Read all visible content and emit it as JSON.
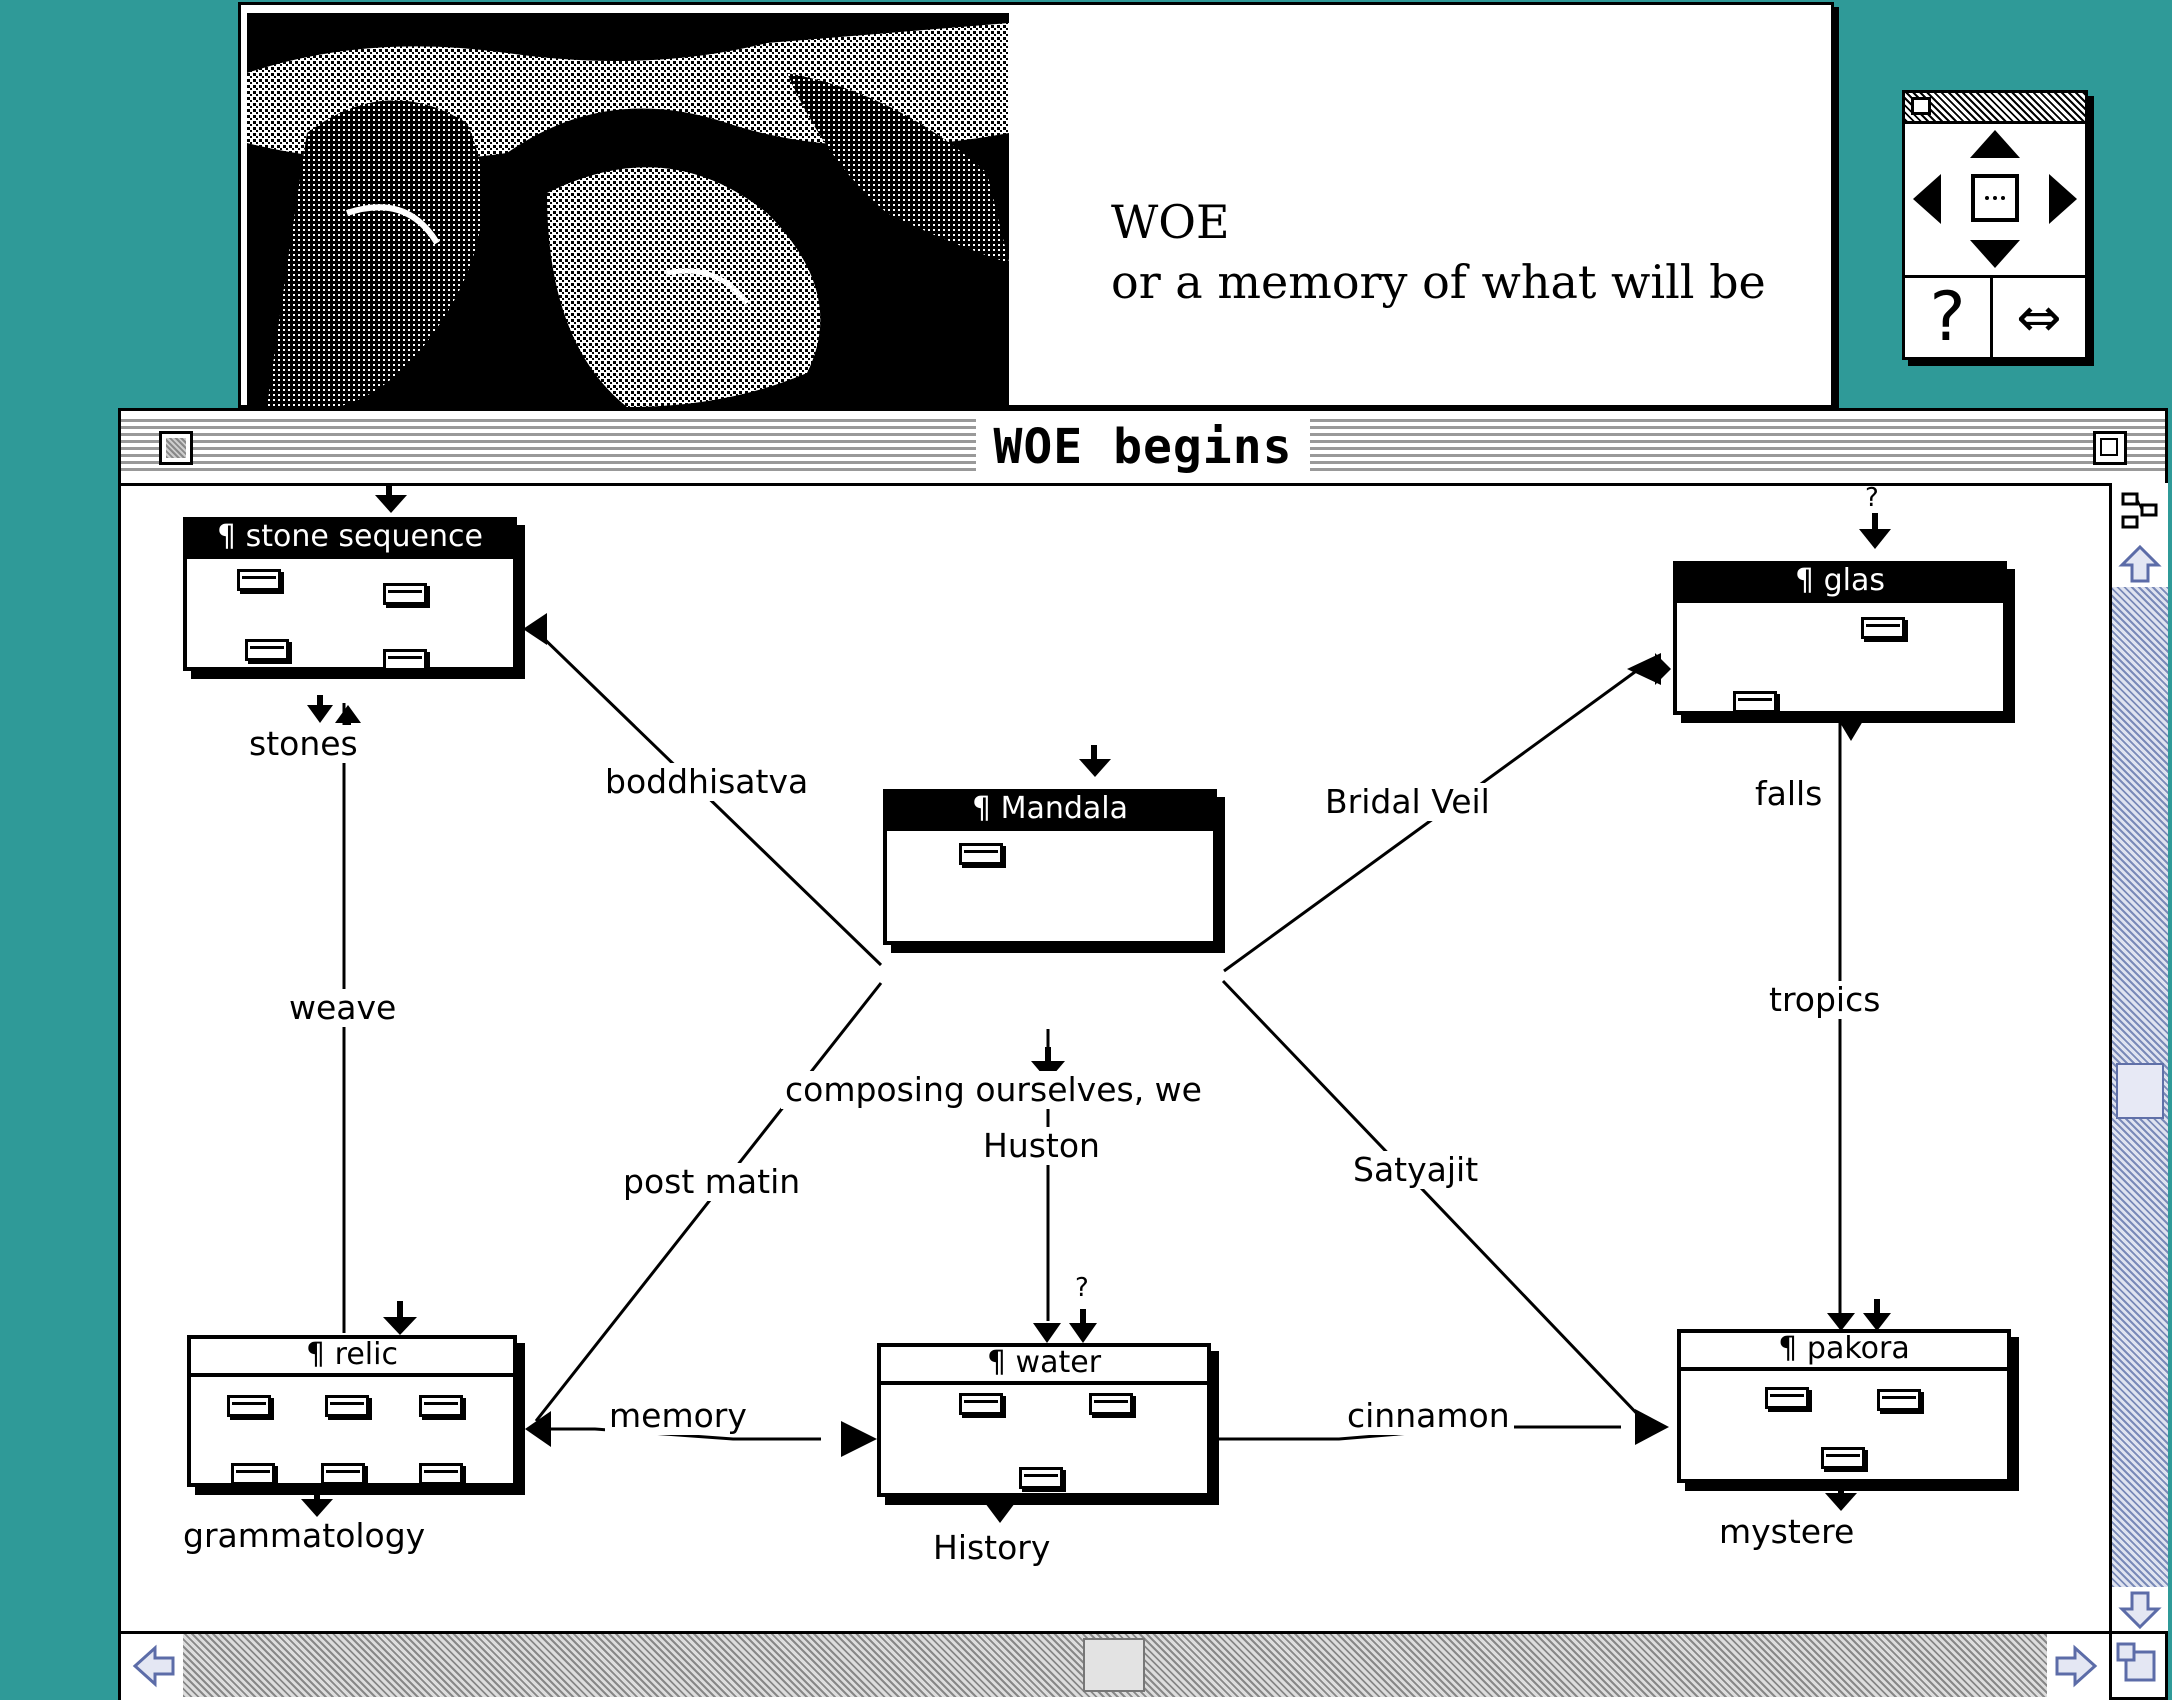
{
  "card": {
    "title": "WOE",
    "subtitle": "or a memory of what will be"
  },
  "palette": {
    "help_label": "?",
    "resize_label": "⇔"
  },
  "window": {
    "title": "WOE begins"
  },
  "map": {
    "nodes": {
      "stone_sequence": "¶ stone sequence",
      "glas": "¶ glas",
      "mandala": "¶ Mandala",
      "relic": "¶ relic",
      "water": "¶ water",
      "pakora": "¶ pakora"
    },
    "links": {
      "stones": "stones",
      "boddhisatva": "boddhisatva",
      "bridal_veil": "Bridal Veil",
      "falls": "falls",
      "weave": "weave",
      "tropics": "tropics",
      "composing": "composing ourselves, we",
      "huston": "Huston",
      "post_matin": "post matin",
      "satyajit": "Satyajit",
      "memory": "memory",
      "cinnamon": "cinnamon",
      "grammatology": "grammatology",
      "history": "History",
      "mystere": "mystere"
    },
    "unknown_marker": "?"
  },
  "colors": {
    "desktop": "#2f9a98",
    "window": "#ffffff",
    "ink": "#000000"
  }
}
